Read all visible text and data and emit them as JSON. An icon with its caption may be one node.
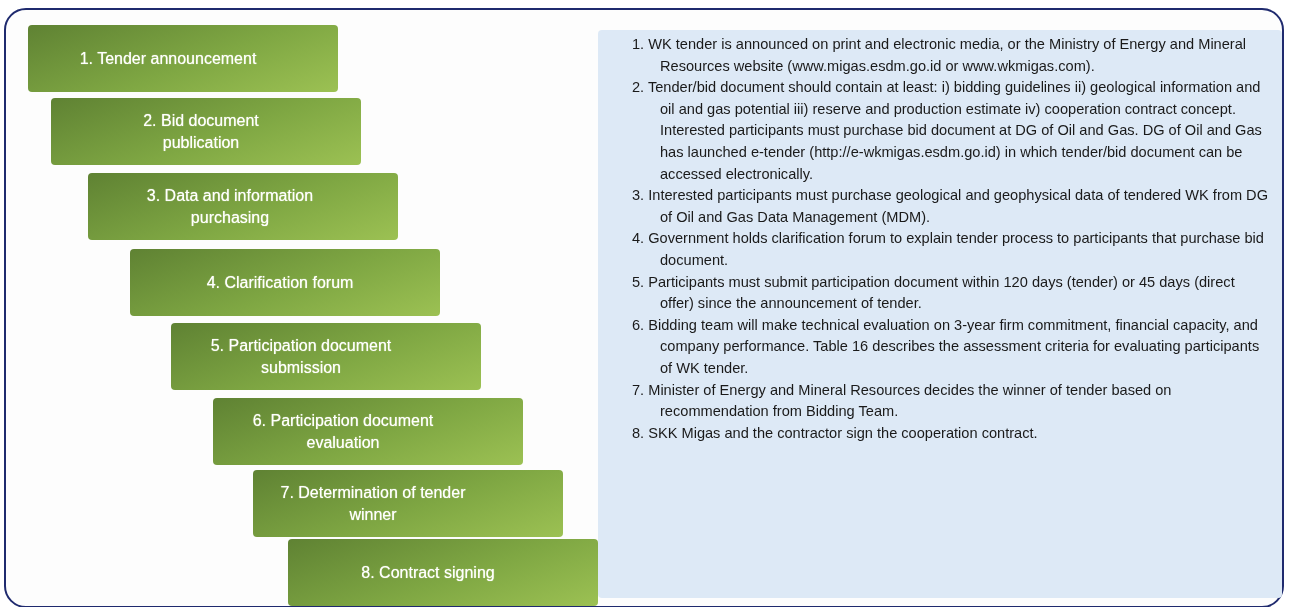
{
  "diagram": {
    "nodes": [
      {
        "text": [
          "1. Tender announcement"
        ]
      },
      {
        "text": [
          "2. Bid document publication"
        ]
      },
      {
        "text": [
          "3. Data and information purchasing"
        ]
      },
      {
        "text": [
          "4. Clarification forum"
        ]
      },
      {
        "text": [
          "5. Participation document submission"
        ]
      },
      {
        "text": [
          "6. Participation document evaluation"
        ]
      },
      {
        "text": [
          "7. Determination of tender winner"
        ]
      },
      {
        "text": [
          "8. Contract signing"
        ]
      },
      {
        "text": [
          "1. WK tender is announced on print and electronic media, or the Ministry of Energy and Mineral Resources website (www.migas.esdm.go.id or www.wkmigas.com).",
          "2. Tender/bid document should contain at least: i) bidding guidelines ii) geological information and oil and gas potential iii) reserve and production estimate iv) cooperation contract concept. Interested participants must purchase bid document at DG of Oil and Gas. DG of Oil and Gas has launched e-tender (http://e-wkmigas.esdm.go.id) in which tender/bid document can be accessed electronically.",
          "3. Interested participants must purchase geological and geophysical data of tendered WK from DG of Oil and Gas Data Management (MDM).",
          "4. Government holds clarification forum to explain tender process to participants that purchase bid document.",
          "5. Participants must submit participation document within 120 days (tender) or 45 days (direct offer) since the announcement of tender.",
          "6. Bidding team will make technical evaluation on 3-year firm commitment, financial capacity, and company performance. Table 16 describes the assessment criteria for evaluating participants of WK tender.",
          "7. Minister of Energy and Mineral Resources decides the winner of tender based on recommendation from Bidding Team.",
          "8. SKK Migas and the contractor sign the cooperation contract."
        ]
      }
    ]
  }
}
